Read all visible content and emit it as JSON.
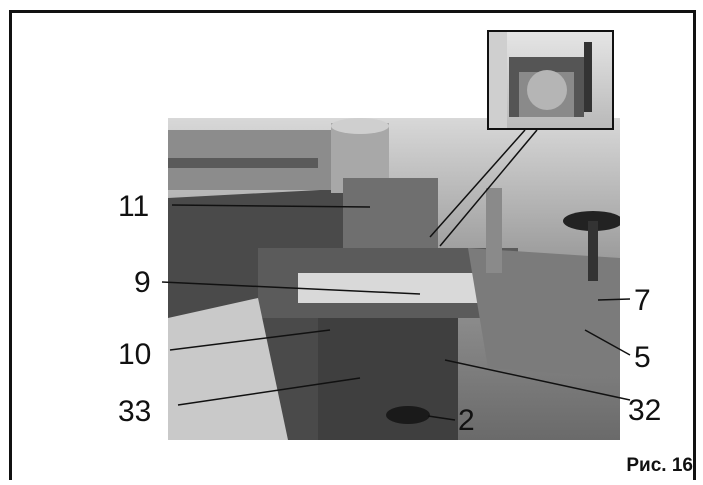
{
  "figure": {
    "callouts": [
      "11",
      "9",
      "10",
      "33",
      "7",
      "5",
      "32",
      "2"
    ],
    "caption": "Рис. 16"
  }
}
